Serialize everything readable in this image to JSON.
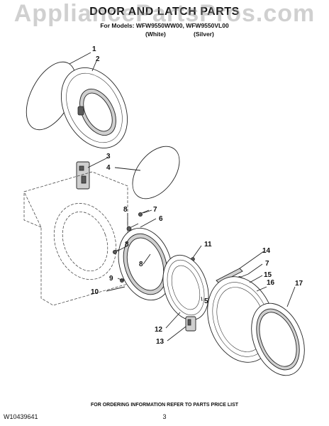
{
  "header": {
    "watermark": "AppliancePartsPros.com",
    "title": "DOOR AND LATCH PARTS",
    "models": "For Models: WFW9550WW00, WFW9550VL00",
    "variant_white": "(White)",
    "variant_silver": "(Silver)"
  },
  "callouts": {
    "c1": "1",
    "c2": "2",
    "c3": "3",
    "c4": "4",
    "c5": "5",
    "c6": "6",
    "c7a": "7",
    "c7b": "7",
    "c8a": "8",
    "c8b": "8",
    "c8c": "8",
    "c9": "9",
    "c10": "10",
    "c11": "11",
    "c12": "12",
    "c13": "13",
    "c14": "14",
    "c15": "15",
    "c16": "16",
    "c17": "17"
  },
  "footer": {
    "ordering_note": "FOR ORDERING INFORMATION REFER TO PARTS PRICE LIST",
    "doc_number": "W10439641",
    "page_number": "3"
  }
}
